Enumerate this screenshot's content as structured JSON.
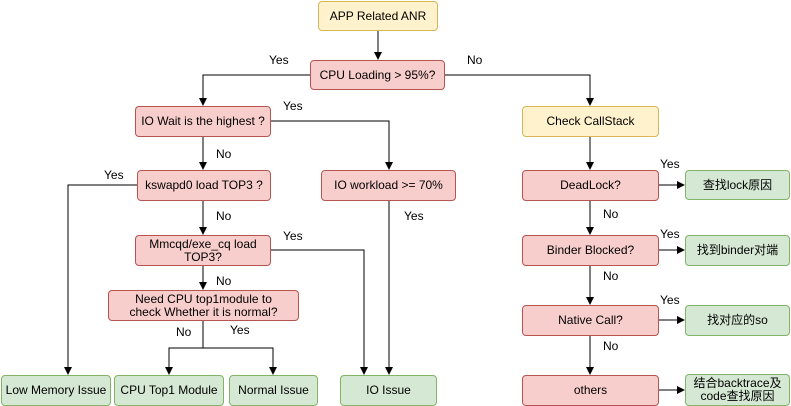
{
  "nodes": {
    "app_anr": "APP Related ANR",
    "cpu_loading": "CPU Loading > 95%?",
    "io_wait": "IO Wait is the highest ?",
    "check_callstack": "Check CallStack",
    "kswapd0": "kswapd0 load TOP3 ?",
    "io_workload": "IO workload >= 70%",
    "mmcqd": "Mmcqd/exe_cq load\nTOP3?",
    "need_cpu": "Need CPU top1module to\ncheck Whether it is normal?",
    "low_memory": "Low Memory Issue",
    "cpu_top1": "CPU Top1 Module",
    "normal_issue": "Normal Issue",
    "io_issue": "IO Issue",
    "deadlock": "DeadLock?",
    "binder_blocked": "Binder Blocked?",
    "native_call": "Native Call?",
    "others": "others",
    "find_lock": "查找lock原因",
    "find_binder": "找到binder对端",
    "find_so": "找对应的so",
    "combine_backtrace": "结合backtrace及\ncode查找原因"
  },
  "labels": {
    "cpu_yes": "Yes",
    "cpu_no": "No",
    "iowait_yes": "Yes",
    "iowait_no": "No",
    "kswapd_yes": "Yes",
    "kswapd_no": "No",
    "mmcqd_yes": "Yes",
    "mmcqd_no": "No",
    "need_no": "No",
    "need_yes": "Yes",
    "ioworkload_yes": "Yes",
    "deadlock_yes": "Yes",
    "deadlock_no": "No",
    "binder_yes": "Yes",
    "binder_no": "No",
    "native_yes": "Yes",
    "native_no": "No"
  },
  "colors": {
    "start_fill": "#fff2cc",
    "start_stroke": "#d6b656",
    "decision_fill": "#f8cecc",
    "decision_stroke": "#b85450",
    "result_fill": "#d5e8d4",
    "result_stroke": "#82b366"
  }
}
